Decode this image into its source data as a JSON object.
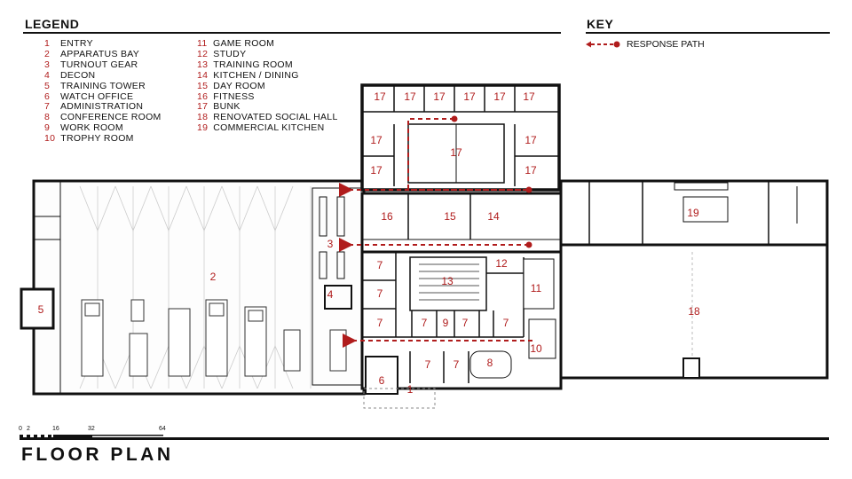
{
  "legend": {
    "title": "LEGEND",
    "items": [
      {
        "num": "1",
        "label": "ENTRY"
      },
      {
        "num": "2",
        "label": "APPARATUS BAY"
      },
      {
        "num": "3",
        "label": "TURNOUT GEAR"
      },
      {
        "num": "4",
        "label": "DECON"
      },
      {
        "num": "5",
        "label": "TRAINING TOWER"
      },
      {
        "num": "6",
        "label": "WATCH OFFICE"
      },
      {
        "num": "7",
        "label": "ADMINISTRATION"
      },
      {
        "num": "8",
        "label": "CONFERENCE ROOM"
      },
      {
        "num": "9",
        "label": "WORK ROOM"
      },
      {
        "num": "10",
        "label": "TROPHY ROOM"
      },
      {
        "num": "11",
        "label": "GAME ROOM"
      },
      {
        "num": "12",
        "label": "STUDY"
      },
      {
        "num": "13",
        "label": "TRAINING ROOM"
      },
      {
        "num": "14",
        "label": "KITCHEN / DINING"
      },
      {
        "num": "15",
        "label": "DAY ROOM"
      },
      {
        "num": "16",
        "label": "FITNESS"
      },
      {
        "num": "17",
        "label": "BUNK"
      },
      {
        "num": "18",
        "label": "RENOVATED SOCIAL HALL"
      },
      {
        "num": "19",
        "label": "COMMERCIAL KITCHEN"
      }
    ]
  },
  "key": {
    "title": "KEY",
    "response_path_label": "RESPONSE PATH",
    "accent": "#b01c1c"
  },
  "plan": {
    "room_labels": {
      "r1": "1",
      "r2": "2",
      "r3": "3",
      "r4": "4",
      "r5": "5",
      "r6": "6",
      "r7a": "7",
      "r7b": "7",
      "r7c": "7",
      "r7d": "7",
      "r7e": "7",
      "r7f": "7",
      "r7g": "7",
      "r8": "8",
      "r9": "9",
      "r10": "10",
      "r11": "11",
      "r12": "12",
      "r13": "13",
      "r14": "14",
      "r15": "15",
      "r16": "16",
      "r17a": "17",
      "r17b": "17",
      "r17c": "17",
      "r17d": "17",
      "r17e": "17",
      "r17f": "17",
      "r17g": "17",
      "r17h": "17",
      "r17i": "17",
      "r17j": "17",
      "r17k": "17",
      "r18": "18",
      "r19": "19"
    }
  },
  "scale": {
    "ticks": [
      "0",
      "2",
      "16",
      "32",
      "64"
    ]
  },
  "footer": {
    "title": "FLOOR PLAN"
  }
}
